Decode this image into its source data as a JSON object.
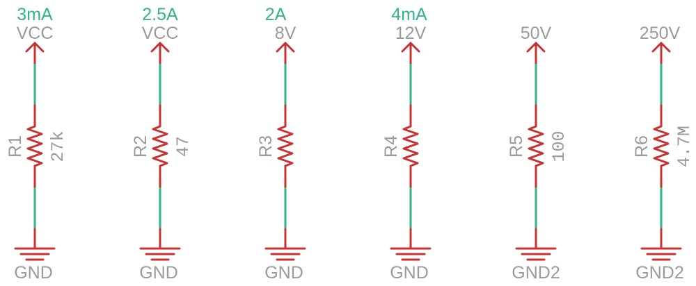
{
  "schematic": {
    "columns": [
      {
        "current": "3mA",
        "supply": "VCC",
        "ref": "R1",
        "value": "27k",
        "ground": "GND"
      },
      {
        "current": "2.5A",
        "supply": "VCC",
        "ref": "R2",
        "value": "47",
        "ground": "GND"
      },
      {
        "current": "2A",
        "supply": "8V",
        "ref": "R3",
        "value": "",
        "ground": "GND"
      },
      {
        "current": "4mA",
        "supply": "12V",
        "ref": "R4",
        "value": "",
        "ground": "GND"
      },
      {
        "current": "",
        "supply": "50V",
        "ref": "R5",
        "value": "100",
        "ground": "GND2"
      },
      {
        "current": "",
        "supply": "250V",
        "ref": "R6",
        "value": "4.7M",
        "ground": "GND2"
      }
    ],
    "colors": {
      "wire": "#34b38a",
      "symbol": "#c83232",
      "label": "#9a9a9a",
      "current": "#34b38a"
    }
  }
}
